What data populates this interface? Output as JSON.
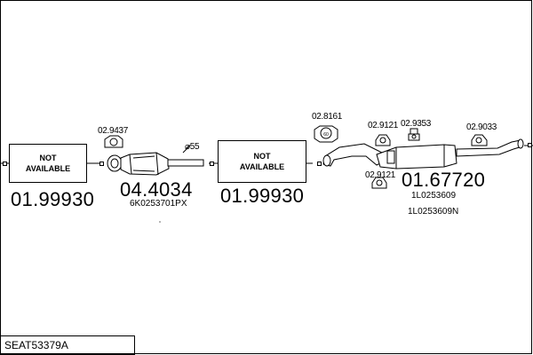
{
  "title": "SEAT53379A",
  "sections": [
    {
      "placeholder": "NOT\nAVAILABLE",
      "code": "01.99930"
    },
    {
      "code": "04.4034",
      "reference": "6K0253701PX",
      "pipe_diameter": "⌀55"
    },
    {
      "placeholder": "NOT\nAVAILABLE",
      "code": "01.99930"
    },
    {
      "code": "01.67720",
      "references": [
        "1L0253609",
        "1L0253609N"
      ]
    }
  ],
  "fittings": [
    "02.9437",
    "02.8161",
    "02.9121",
    "02.9353",
    "02.9033",
    "02.9121"
  ],
  "fitting_icons": [
    "clamp-ring-icon",
    "flange-gasket-icon",
    "rubber-hanger-icon",
    "rubber-hanger-icon",
    "rubber-hanger-icon",
    "rubber-hanger-icon"
  ]
}
